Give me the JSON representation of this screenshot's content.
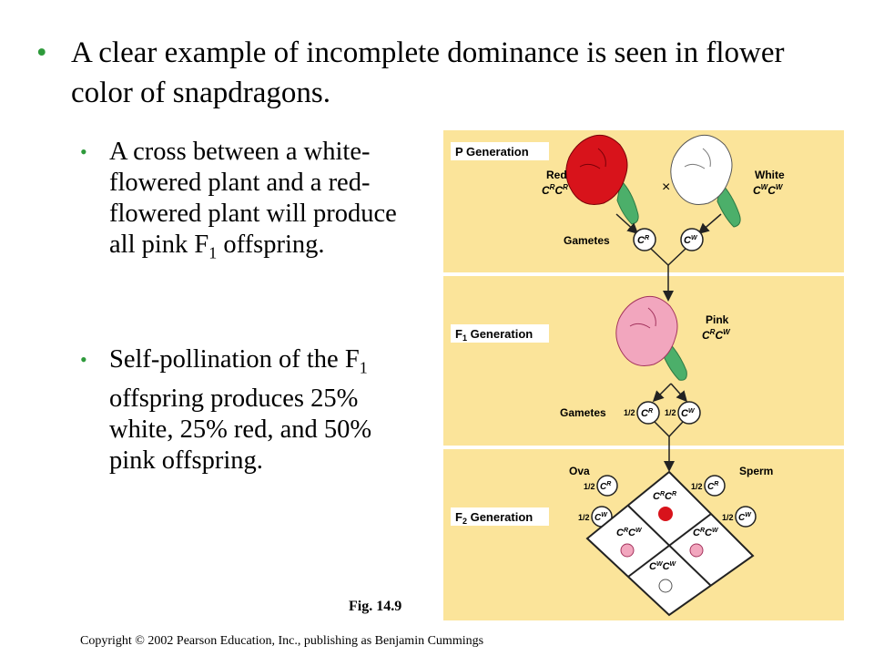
{
  "slide": {
    "main_bullet": "A clear example of incomplete dominance is seen in flower color of snapdragons.",
    "sub_bullets": {
      "b1": {
        "before": "A cross between a white-flowered plant and a red-flowered plant will produce all pink F",
        "sub": "1",
        "after": " offspring."
      },
      "b2": {
        "before": "Self-pollination of the F",
        "sub": "1",
        "after": " offspring produces 25% white, 25% red, and 50% pink offspring."
      }
    },
    "fig_label": "Fig. 14.9",
    "copyright": "Copyright © 2002 Pearson Education, Inc., publishing as Benjamin Cummings",
    "bullet_color": "#2e9a3b"
  },
  "figure": {
    "panel_color": "#fbe49a",
    "p_generation": {
      "label": "P Generation",
      "red_label": "Red",
      "white_label": "White",
      "cross": "×",
      "gametes_label": "Gametes"
    },
    "f1_generation": {
      "label_before": "F",
      "label_sub": "1",
      "label_after": " Generation",
      "pink_label": "Pink",
      "gametes_label": "Gametes",
      "half": "1/2"
    },
    "f2_generation": {
      "label_before": "F",
      "label_sub": "2",
      "label_after": " Generation",
      "ova_label": "Ova",
      "sperm_label": "Sperm",
      "half": "1/2"
    },
    "allele": {
      "base": "C",
      "red_sup": "R",
      "white_sup": "W"
    },
    "colors": {
      "red_flower": "#d8131b",
      "white_flower": "#ffffff",
      "pink_flower": "#f2a6be",
      "leaf": "#4caf6a"
    }
  }
}
